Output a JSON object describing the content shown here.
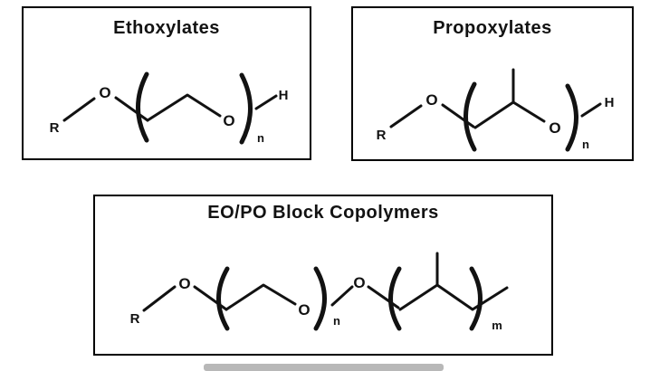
{
  "page": {
    "background_color": "#ffffff",
    "ink_color": "#121212",
    "panel_border_color": "#000000",
    "cropped_edge_color": "#b8b8b8"
  },
  "panels": [
    {
      "title": "Ethoxylates",
      "labels": {
        "r_group": "R",
        "o_ether": "O",
        "o_repeat": "O",
        "h_end": "H",
        "repeat_subscript": "n"
      }
    },
    {
      "title": "Propoxylates",
      "labels": {
        "r_group": "R",
        "o_ether": "O",
        "o_repeat": "O",
        "h_end": "H",
        "repeat_subscript": "n"
      }
    },
    {
      "title": "EO/PO Block Copolymers",
      "labels": {
        "r_group": "R",
        "o_ether": "O",
        "o_repeat_eo": "O",
        "o_link": "O",
        "eo_repeat_subscript": "n",
        "po_repeat_subscript": "m"
      }
    }
  ]
}
